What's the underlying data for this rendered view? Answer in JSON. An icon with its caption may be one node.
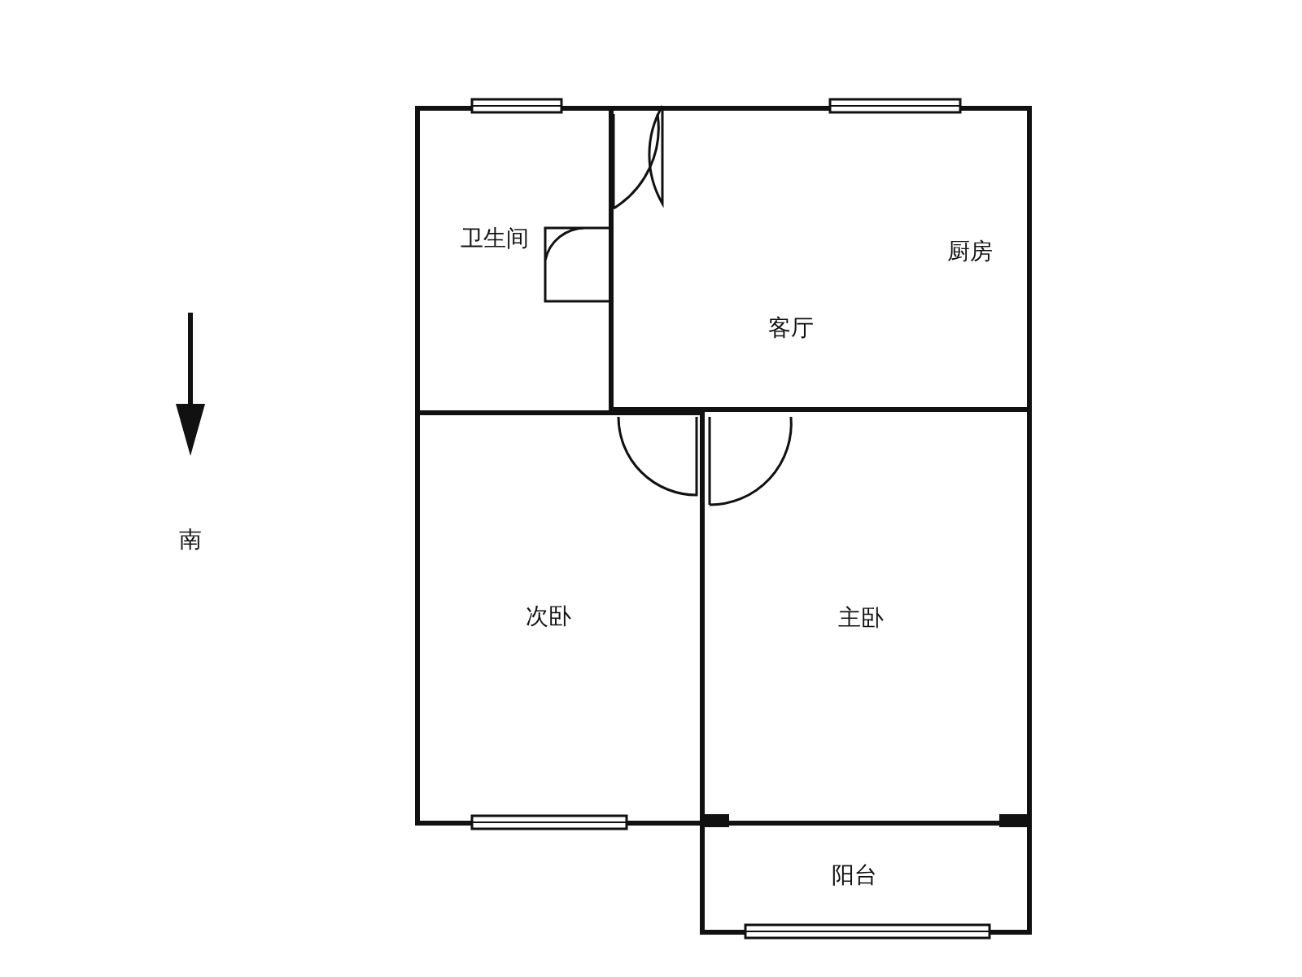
{
  "diagram": {
    "nodes": [
      {
        "text": [
          "卫生间"
        ]
      },
      {
        "text": [
          "厨房",
          "客厅"
        ]
      },
      {
        "text": [
          "次卧"
        ]
      },
      {
        "text": [
          "主卧"
        ]
      },
      {
        "text": [
          "阳台"
        ]
      }
    ],
    "labels": [
      "南"
    ]
  }
}
